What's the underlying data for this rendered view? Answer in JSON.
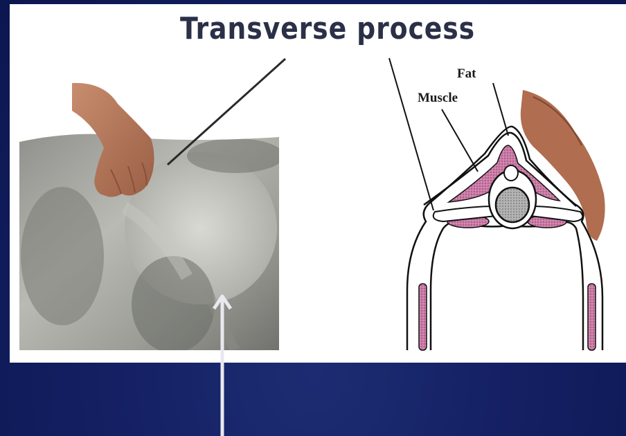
{
  "title": "Transverse process",
  "diagram": {
    "label_fat": "Fat",
    "label_muscle": "Muscle"
  },
  "colors": {
    "background": "#142063",
    "panel": "#ffffff",
    "muscle": "#c97aa6",
    "pointer_arrow": "#e8e8ee"
  },
  "icons": {
    "hand_photo": "hand-on-cow-back-photo",
    "hand_diagram": "hand-silhouette",
    "arrow": "up-arrow"
  }
}
